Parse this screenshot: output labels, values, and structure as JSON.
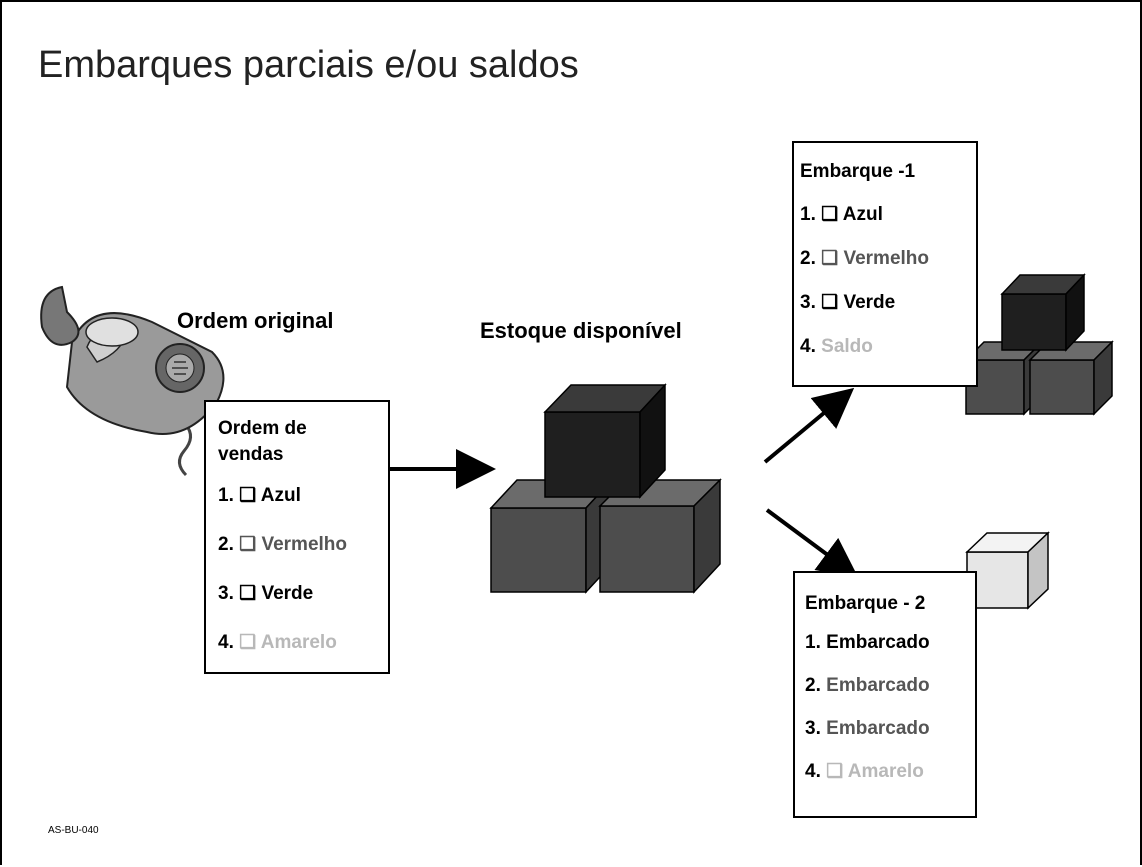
{
  "title": "Embarques parciais e/ou saldos",
  "ordem_original_label": "Ordem original",
  "estoque_label": "Estoque disponível",
  "ordem_vendas": {
    "header": [
      "Ordem de",
      "vendas"
    ],
    "items": [
      {
        "num": "1.",
        "box": "❑",
        "text": "Azul"
      },
      {
        "num": "2.",
        "box": "❑",
        "text": "Vermelho"
      },
      {
        "num": "3.",
        "box": "❑",
        "text": "Verde"
      },
      {
        "num": "4.",
        "box": "❑",
        "text": "Amarelo"
      }
    ]
  },
  "embarque1": {
    "header": "Embarque -1",
    "items": [
      {
        "num": "1.",
        "box": "❑",
        "text": "Azul"
      },
      {
        "num": "2.",
        "box": "❑",
        "text": "Vermelho"
      },
      {
        "num": "3.",
        "box": "❑",
        "text": "Verde"
      },
      {
        "num": "4.",
        "box": "",
        "text": "Saldo"
      }
    ]
  },
  "embarque2": {
    "header": "Embarque - 2",
    "items": [
      {
        "num": "1.",
        "box": "",
        "text": "Embarcado"
      },
      {
        "num": "2.",
        "box": "",
        "text": "Embarcado"
      },
      {
        "num": "3.",
        "box": "",
        "text": "Embarcado"
      },
      {
        "num": "4.",
        "box": "❑",
        "text": "Amarelo"
      }
    ]
  },
  "code": "AS-BU-040",
  "colors": {
    "cube_top_dark": "#1a1a1a",
    "cube_gray": "#4d4d4d",
    "cube_light": "#e6e6e6",
    "text_dark_gray": "#555555",
    "text_light_gray": "#b8b8b8"
  }
}
